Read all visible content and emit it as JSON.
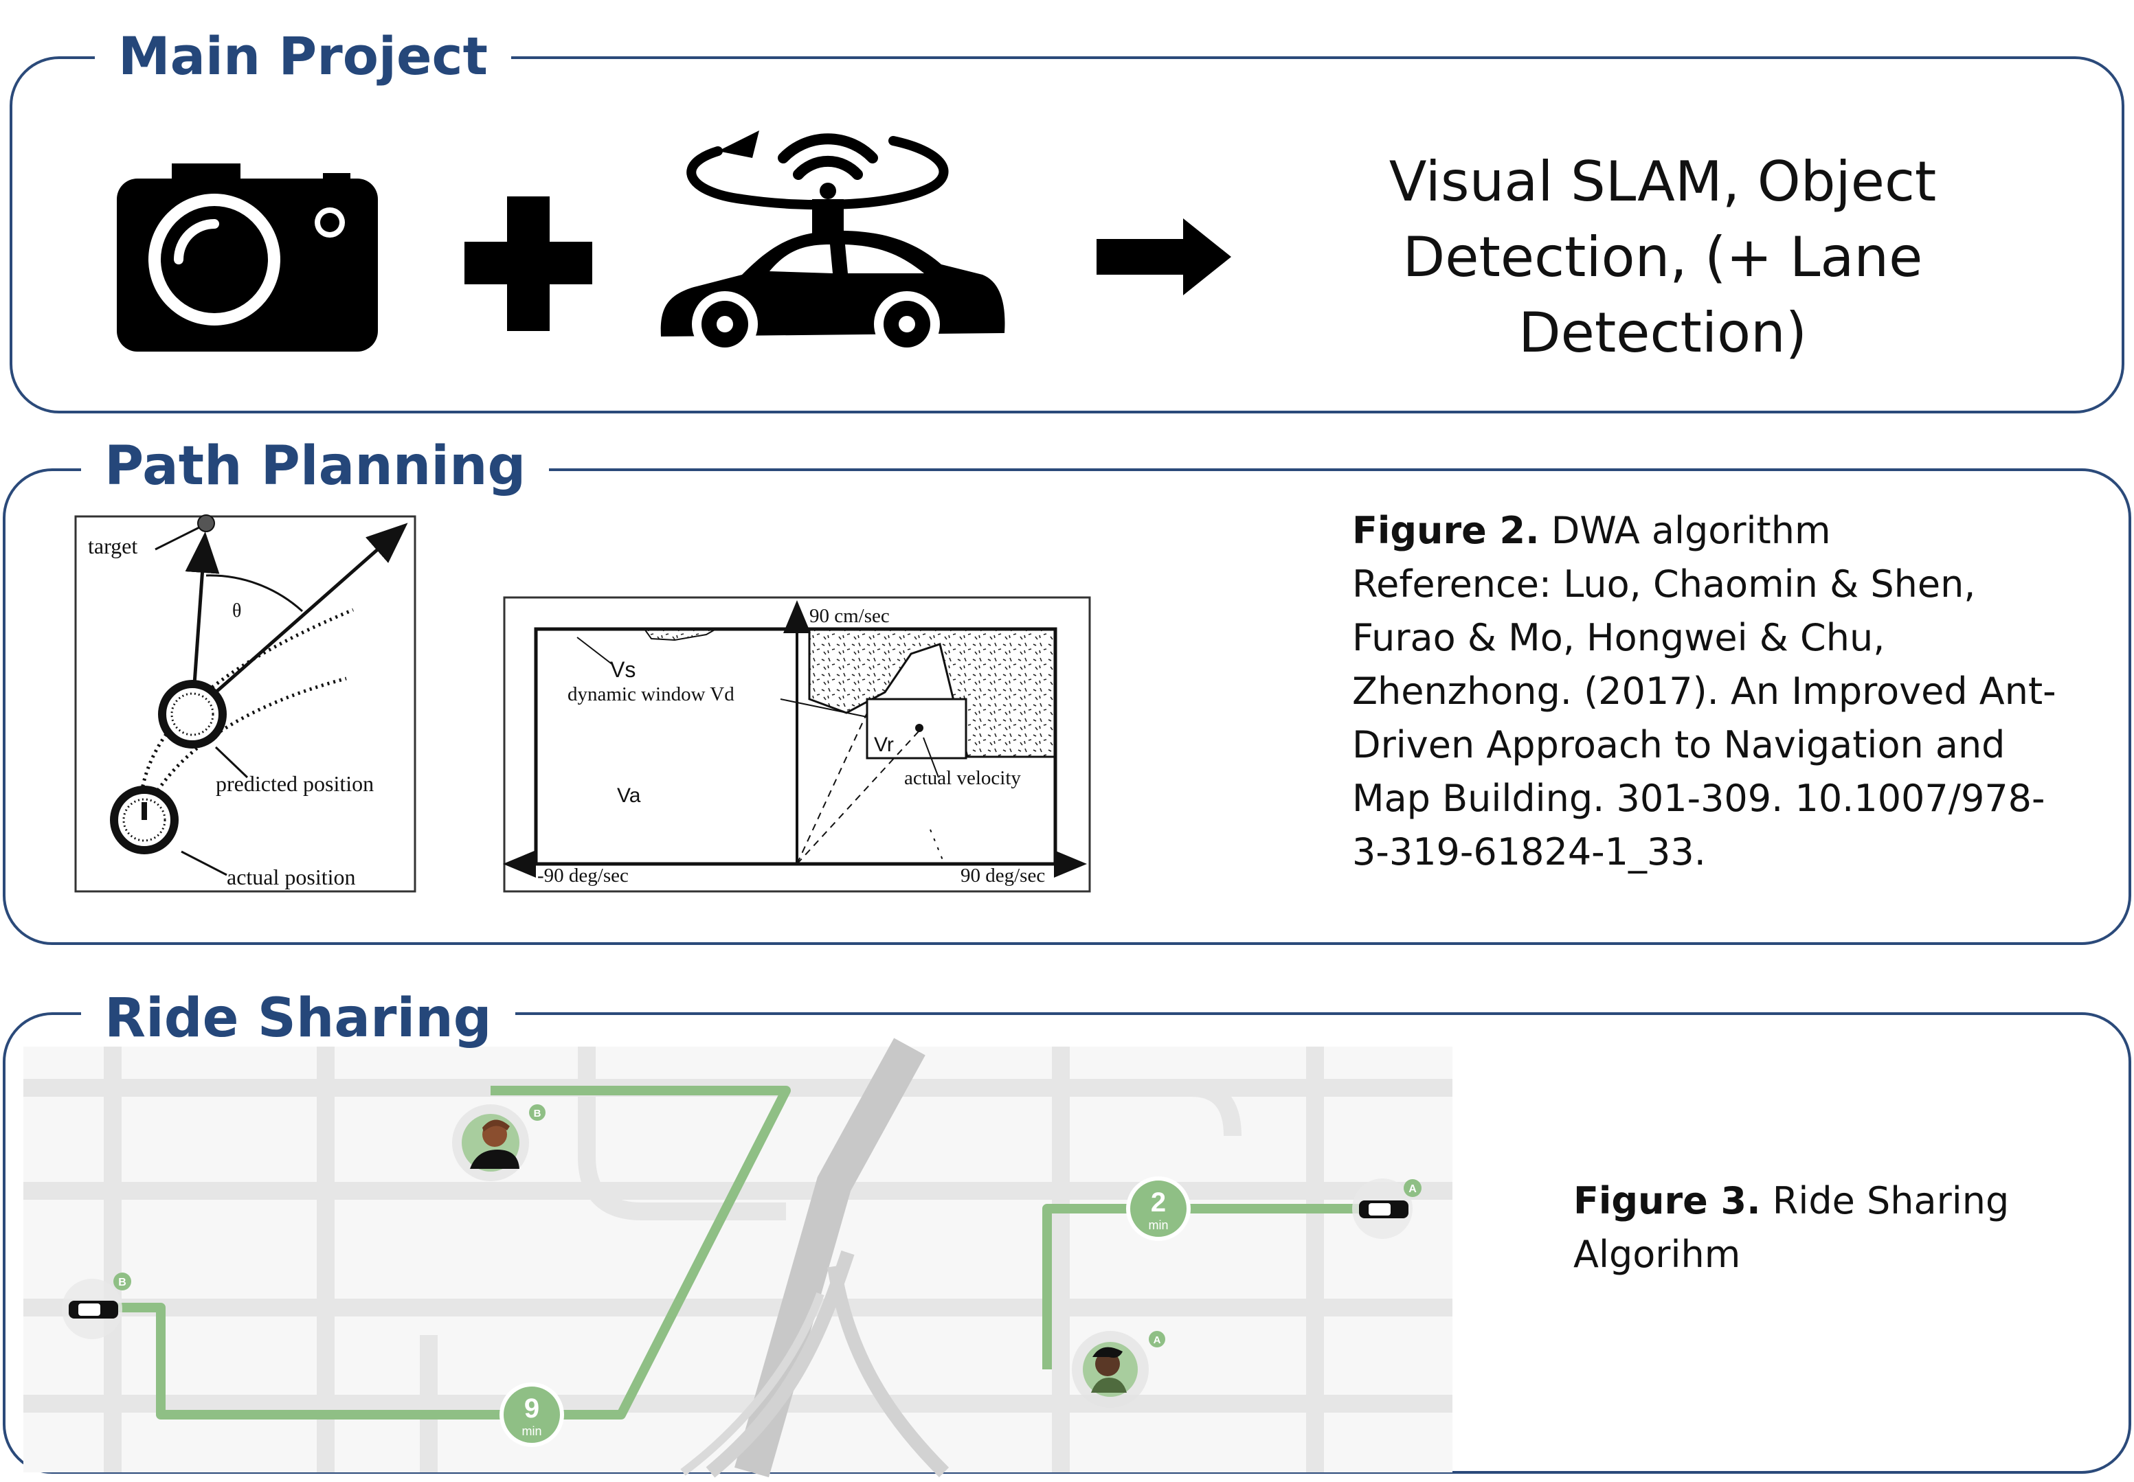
{
  "main_project": {
    "title": "Main Project",
    "result_lines": [
      "Visual SLAM, Object",
      "Detection, (+ Lane",
      "Detection)"
    ],
    "icons": [
      "camera-icon",
      "plus-icon",
      "autonomous-car-icon",
      "arrow-right-icon"
    ]
  },
  "path_planning": {
    "title": "Path Planning",
    "fig_left": {
      "target": "target",
      "theta": "θ",
      "predicted": "predicted position",
      "actual": "actual position"
    },
    "fig_right": {
      "top_axis": "90 cm/sec",
      "vs": "Vs",
      "dynamic_window": "dynamic window Vd",
      "vr": "Vr",
      "va": "Va",
      "actual_velocity": "actual velocity",
      "left_axis": "-90 deg/sec",
      "right_axis": "90 deg/sec"
    },
    "caption": {
      "label": "Figure 2.",
      "title": " DWA algorithm",
      "reference_lines": [
        "Reference: Luo, Chaomin & Shen,",
        "Furao & Mo, Hongwei & Chu,",
        "Zhenzhong. (2017). An Improved Ant-",
        "Driven Approach to Navigation and",
        "Map Building. 301-309. 10.1007/978-",
        "3-319-61824-1_33."
      ]
    }
  },
  "ride_sharing": {
    "title": "Ride Sharing",
    "map": {
      "eta_left_num": "9",
      "eta_left_unit": "min",
      "eta_right_num": "2",
      "eta_right_unit": "min",
      "marker_b": "B",
      "marker_a": "A"
    },
    "caption": {
      "label": "Figure 3.",
      "line1": " Ride Sharing",
      "line2": "Algorihm"
    }
  },
  "colors": {
    "frame": "#2b4a7a",
    "title": "#25477a",
    "route": "#8fbf85",
    "road": "#e6e6e6",
    "highway": "#c8c8c8"
  }
}
